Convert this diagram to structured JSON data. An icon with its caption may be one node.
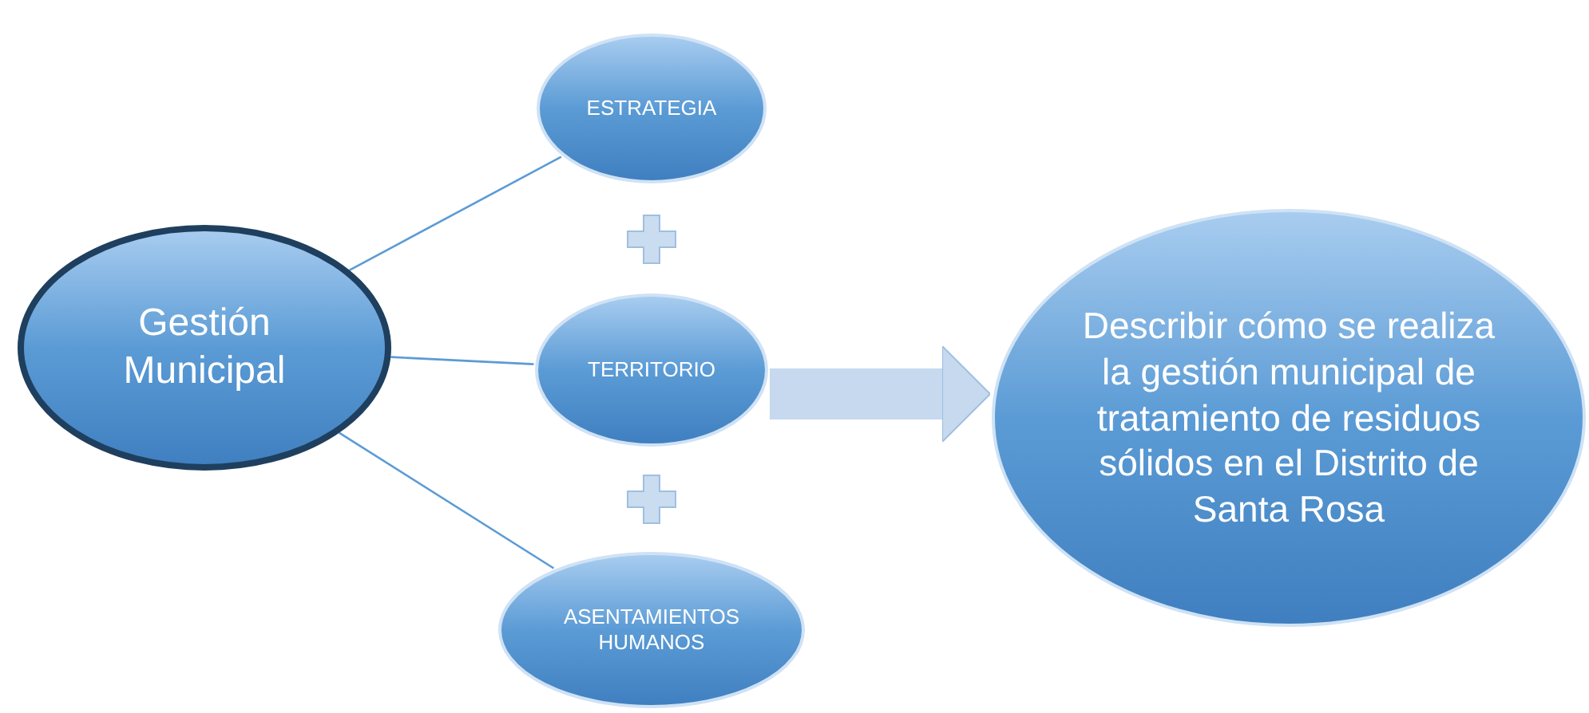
{
  "diagram": {
    "nodes": [
      {
        "text": [
          "Gestión Municipal"
        ]
      },
      {
        "text": [
          "ESTRATEGIA"
        ]
      },
      {
        "text": [
          "TERRITORIO"
        ]
      },
      {
        "text": [
          "ASENTAMIENTOS HUMANOS"
        ]
      },
      {
        "text": [
          "Describir cómo se realiza la gestión municipal de tratamiento de residuos sólidos en el Distrito de Santa Rosa"
        ]
      }
    ],
    "edges": [
      {
        "from": 0,
        "to": 1,
        "arrow": "none"
      },
      {
        "from": 0,
        "to": 2,
        "arrow": "none"
      },
      {
        "from": 0,
        "to": 3,
        "arrow": "none"
      },
      {
        "from": 2,
        "to": 4,
        "arrow": "to",
        "style": "thick",
        "color": "#c6d9ef"
      }
    ]
  }
}
